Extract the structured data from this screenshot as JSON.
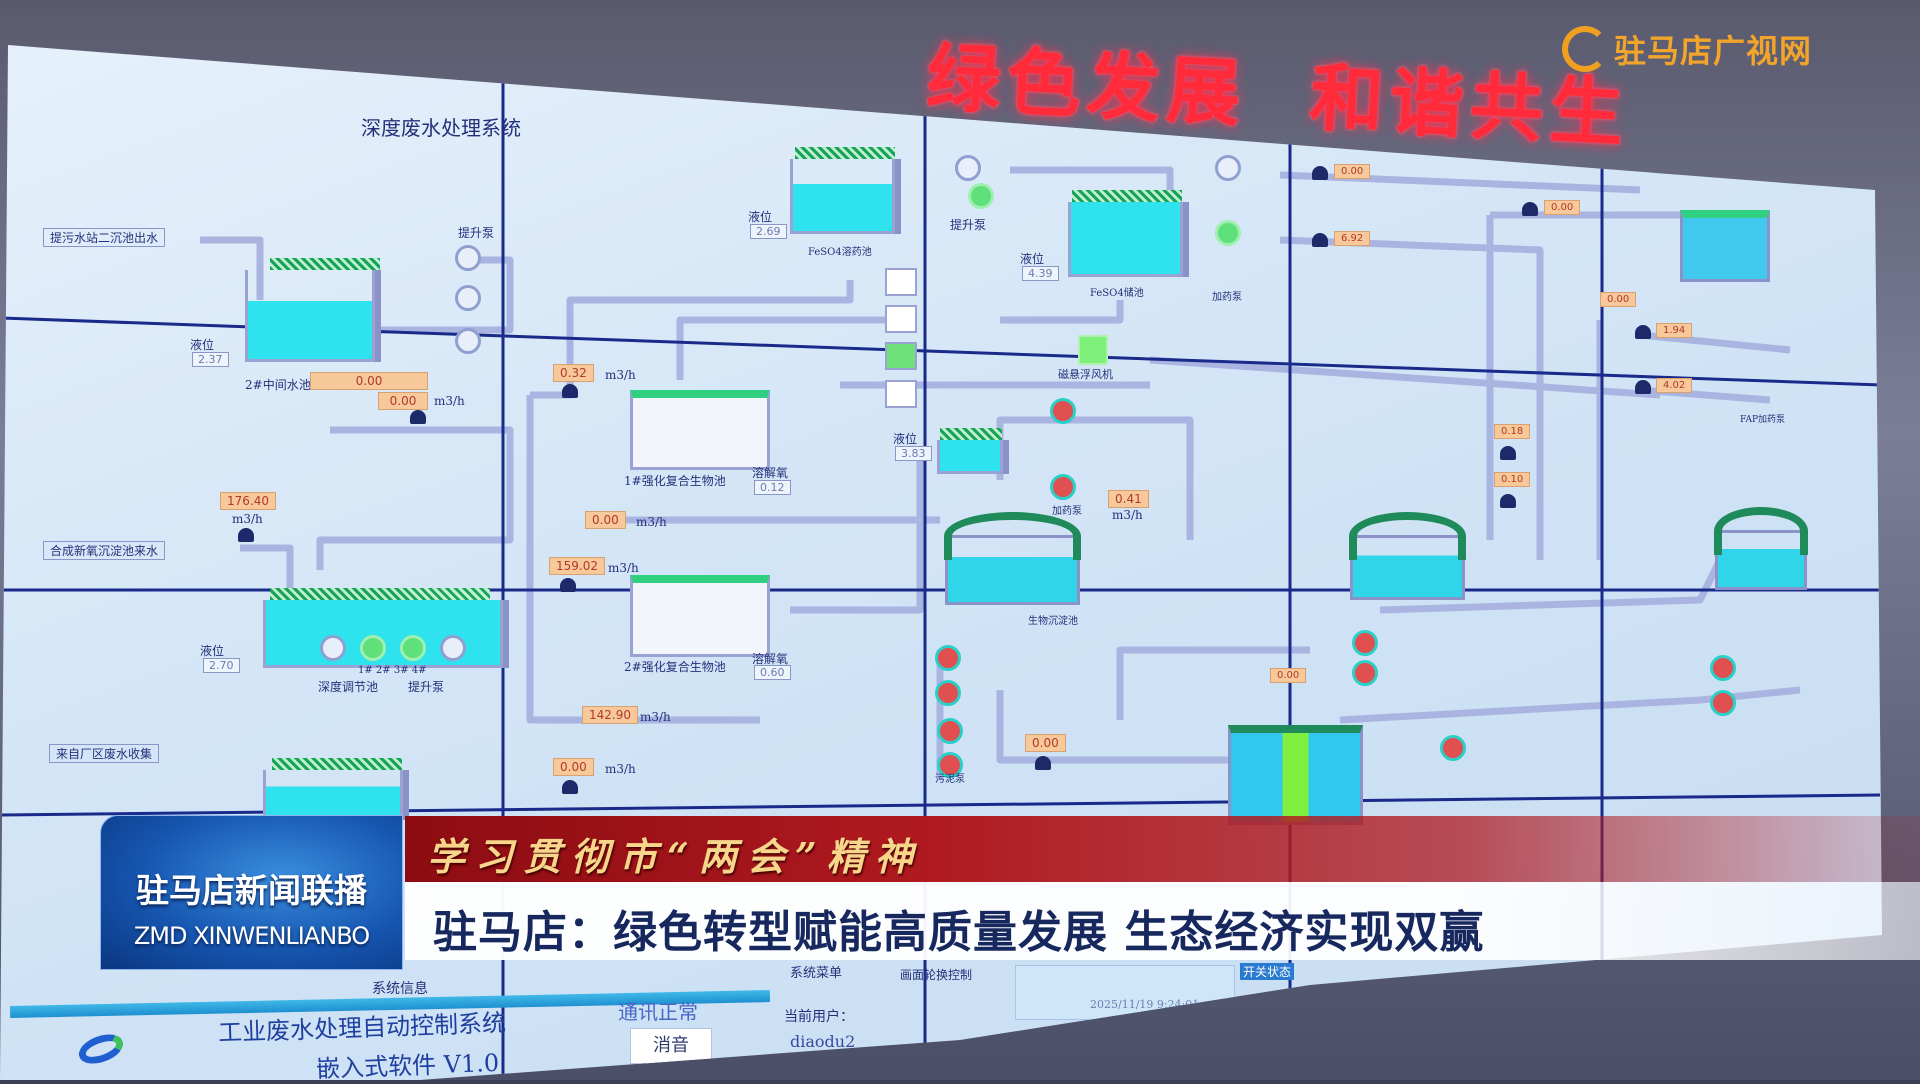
{
  "wall_sign": "绿色发展  和谐共生",
  "watermark": "驻马店广视网",
  "broadcast": {
    "program_name": "驻马店新闻联播",
    "program_name_en": "ZMD XINWENLIANBO",
    "banner": "学习贯彻市“两会”精神",
    "headline": "驻马店：绿色转型赋能高质量发展  生态经济实现双赢"
  },
  "screen": {
    "title": "深度废水处理系统",
    "inlet_1": "提污水站二沉池出水",
    "inlet_2": "合成新氧沉淀池来水",
    "inlet_3": "来自厂区废水收集",
    "level_label": "液位",
    "unit": "m3/h",
    "lift_pump": "提升泵",
    "dosing_pump": "加药泵",
    "mid_pool": "2#中间水池",
    "mid_pool_level": "2.37",
    "mid_flow_1": "0.00",
    "mid_flow_2": "0.00",
    "deep_adjust_pool": "深度调节池",
    "deep_adjust_level": "2.70",
    "flow_in_2": "176.40",
    "pump_numbers": "1# 2# 3# 4#",
    "bio_pool_1": "1#强化复合生物池",
    "bio_pool_2": "2#强化复合生物池",
    "do_label": "溶解氧",
    "do_1": "0.12",
    "do_2": "0.60",
    "flow_a": "0.32",
    "flow_b": "0.00",
    "flow_c": "159.02",
    "flow_d": "142.90",
    "flow_e": "0.00",
    "feso4_dissolve": "FeSO4溶药池",
    "feso4_dissolve_level": "2.69",
    "feso4_store": "FeSO4储池",
    "feso4_store_level": "4.39",
    "blower": "磁悬浮风机",
    "small_tank_level": "3.83",
    "flow_f": "0.41",
    "bio_settle": "生物沉淀池",
    "flow_r1": "0.00",
    "flow_r2": "6.92",
    "flow_r3": "0.00",
    "flow_r4": "0.00",
    "flow_r5": "1.94",
    "flow_r6": "4.02",
    "flow_r7": "0.18",
    "flow_r8": "0.10",
    "flow_r9": "0.00",
    "flow_r10": "0.00",
    "fap_pump": "FAP加药泵",
    "sludge_pump": "污泥泵",
    "sys_info": "系统信息",
    "system_name": "工业废水处理自动控制系统",
    "software": "嵌入式软件 V1.0",
    "comm_status": "通讯正常",
    "mute_button": "消音",
    "current_user_label": "当前用户：",
    "current_user": "diaodu2",
    "system_menu": "系统菜单",
    "rotation_control": "画面轮换控制",
    "datetime": "2025/11/19  9:24:01",
    "switch_status": "开关状态"
  }
}
